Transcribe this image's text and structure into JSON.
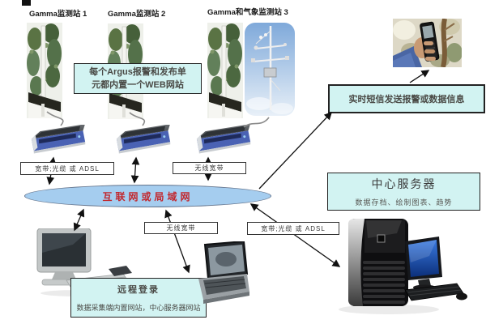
{
  "diagram": {
    "stations": [
      {
        "label": "Gamma监测站 1"
      },
      {
        "label": "Gamma监测站 2"
      },
      {
        "label": "Gamma和气象监测站 3"
      }
    ],
    "web_box": {
      "line1": "每个Argus报警和发布单",
      "line2": "元都内置一个WEB网站"
    },
    "sms_box": {
      "text": "实时短信发送报警或数据信息"
    },
    "center_server_box": {
      "title": "中心服务器",
      "subtitle": "数据存档、绘制图表、趋势"
    },
    "remote_login_box": {
      "title": "远程登录",
      "subtitle": "数据采集端内置网站，中心服务器网站"
    },
    "cloud": {
      "label": "互联网或局域网"
    },
    "link_labels": {
      "broadband_top": "宽带;光缆 或 ADSL",
      "wireless_top": "无线宽带",
      "wireless_bottom": "无线宽带",
      "broadband_bottom": "宽带;光缆 或 ADSL"
    },
    "images": {
      "station_photo": "pole-with-vegetation-photo",
      "weather_station_photo": "weather-mast-photo",
      "modem_photo": "adsl-modem-photo",
      "phone_photo": "hand-holding-mobile-phone-photo",
      "desktop_photo": "desktop-computer-photo",
      "laptop_photo": "laptop-computer-photo",
      "server_photo": "server-tower-with-monitor-photo"
    }
  },
  "colors": {
    "cloud_fill": "#a5cdef",
    "cloud_text": "#c2272d",
    "box_fill": "#d2f3f2",
    "arrow": "#111111"
  }
}
